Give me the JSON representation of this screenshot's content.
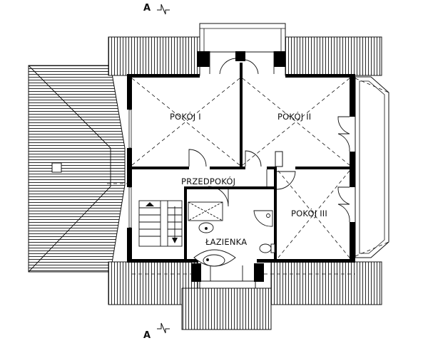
{
  "rooms": {
    "pokoj1": "POKÓJ I",
    "pokoj2": "POKÓJ II",
    "pokoj3": "POKÓJ III",
    "przedpokoj": "PRZEDPOKÓJ",
    "lazienka": "ŁAZIENKA"
  },
  "section_marks": {
    "top": "A",
    "bottom": "A"
  },
  "colors": {
    "ink": "#111111",
    "paper": "#ffffff",
    "wall": "#000000"
  }
}
